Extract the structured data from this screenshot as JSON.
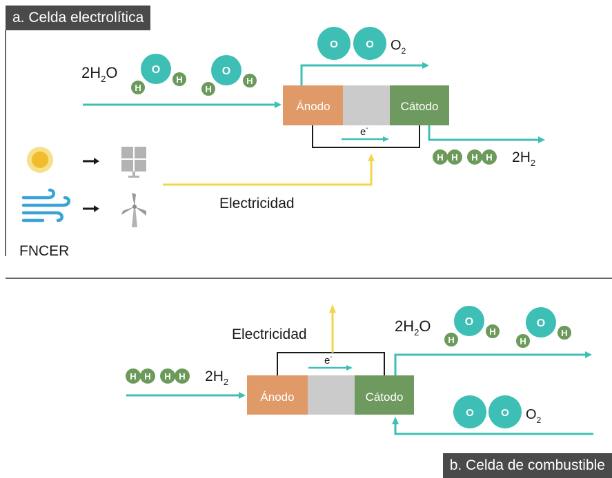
{
  "colors": {
    "teal": "#3dbfb5",
    "hydrogen_green": "#6b9a5b",
    "anode": "#e09a68",
    "membrane": "#cbcbcb",
    "cathode": "#6f9a5f",
    "electricity_yellow": "#f2d54a",
    "label_bg": "#4a4a4a",
    "icon_gray": "#9a9a9a",
    "wind_blue": "#3aa3d6"
  },
  "icons": [
    "sun-icon",
    "solar-panel-icon",
    "wind-icon",
    "wind-turbine-icon",
    "arrow-right-icon"
  ],
  "panel_a": {
    "label": "a. Celda electrolítica",
    "water_formula": {
      "coef": "2",
      "h": "H",
      "sub": "2",
      "o": "O"
    },
    "oxygen_formula": {
      "o": "O",
      "sub": "2"
    },
    "hydrogen_formula": {
      "coef": "2",
      "h": "H",
      "sub": "2"
    },
    "anode": "Ánodo",
    "cathode": "Cátodo",
    "electron": {
      "e": "e",
      "sup": "-"
    },
    "electricity": "Electricidad",
    "sources": "FNCER"
  },
  "panel_b": {
    "label": "b. Celda de combustible",
    "water_formula": {
      "coef": "2",
      "h": "H",
      "sub": "2",
      "o": "O"
    },
    "oxygen_formula": {
      "o": "O",
      "sub": "2"
    },
    "hydrogen_formula": {
      "coef": "2",
      "h": "H",
      "sub": "2"
    },
    "anode": "Ánodo",
    "cathode": "Cátodo",
    "electron": {
      "e": "e",
      "sup": "-"
    },
    "electricity": "Electricidad"
  },
  "atoms": {
    "oxygen": "O",
    "hydrogen": "H"
  }
}
